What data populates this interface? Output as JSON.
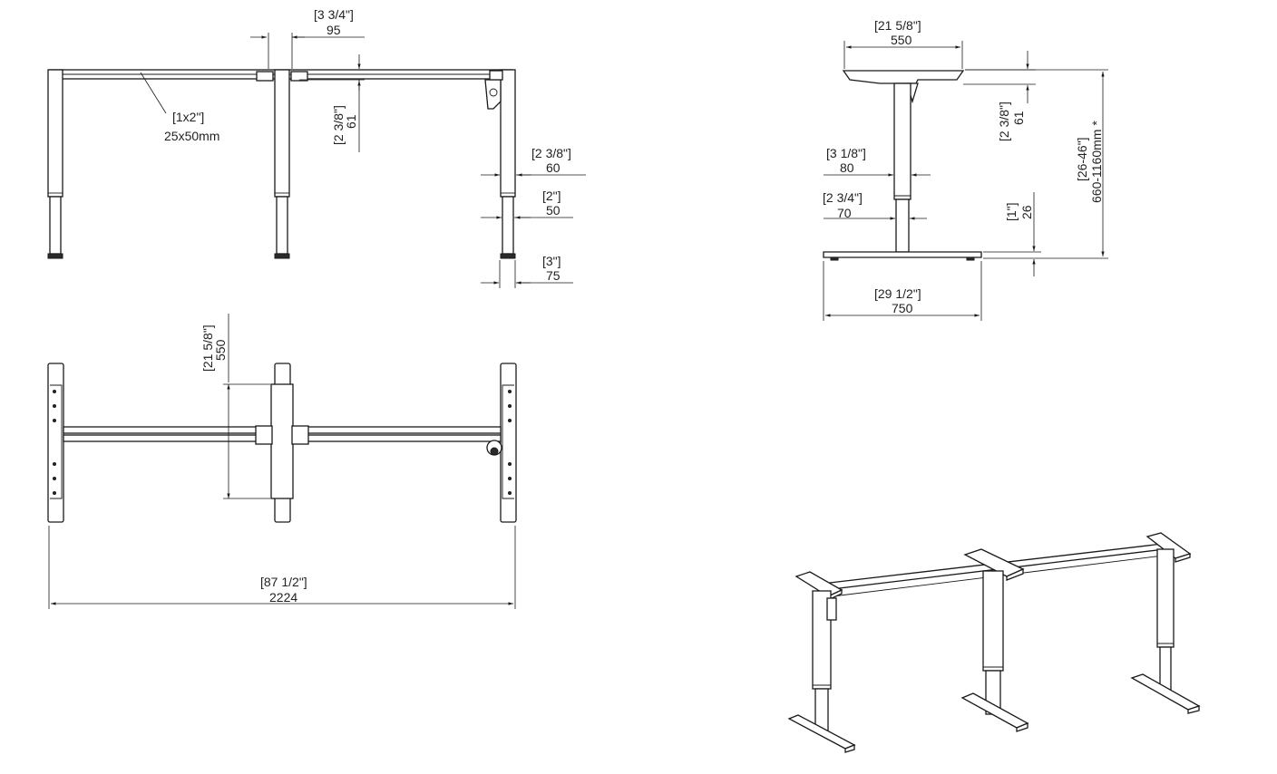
{
  "front_view": {
    "crossbar": {
      "imperial": "[1x2\"]",
      "metric": "25x50mm"
    },
    "bracket_width": {
      "imperial": "[3 3/4\"]",
      "metric": "95"
    },
    "beam_height": {
      "imperial": "[2 3/8\"]",
      "metric": "61"
    },
    "upper_column": {
      "imperial": "[2 3/8\"]",
      "metric": "60"
    },
    "lower_column": {
      "imperial": "[2\"]",
      "metric": "50"
    },
    "foot_width": {
      "imperial": "[3\"]",
      "metric": "75"
    }
  },
  "top_view": {
    "foot_length": {
      "imperial": "[21 5/8\"]",
      "metric": "550"
    },
    "total_width": {
      "imperial": "[87 1/2\"]",
      "metric": "2224"
    }
  },
  "side_view": {
    "top_bracket": {
      "imperial": "[21 5/8\"]",
      "metric": "550"
    },
    "bracket_height": {
      "imperial": "[2 3/8\"]",
      "metric": "61"
    },
    "upper_column": {
      "imperial": "[3 1/8\"]",
      "metric": "80"
    },
    "lower_column": {
      "imperial": "[2 3/4\"]",
      "metric": "70"
    },
    "foot_height": {
      "imperial": "[1\"]",
      "metric": "26"
    },
    "height_range": {
      "imperial": "[26-46\"]",
      "metric": "660-1160mm *"
    },
    "foot_depth": {
      "imperial": "[29 1/2\"]",
      "metric": "750"
    }
  }
}
